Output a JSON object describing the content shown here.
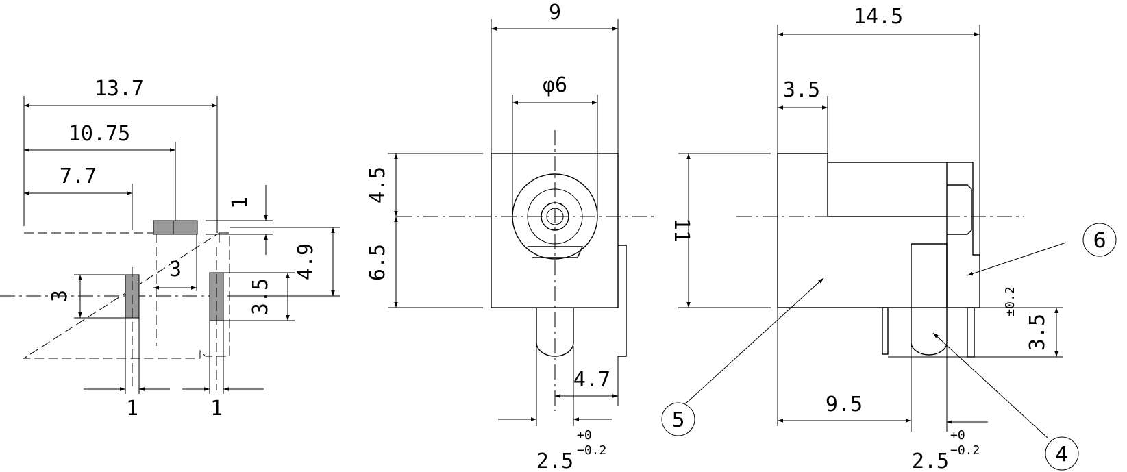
{
  "drawing": {
    "pcb_layout": {
      "dims": {
        "w13_7": "13.7",
        "w10_75": "10.75",
        "w7_7": "7.7",
        "v1": "1",
        "h4_9": "4.9",
        "h3_left": "3",
        "w3_mid": "3",
        "h3_5": "3.5",
        "w1_left": "1",
        "w1_right": "1"
      }
    },
    "front_view": {
      "dims": {
        "w9": "9",
        "phi6": "φ6",
        "h4_5": "4.5",
        "h6_5": "6.5",
        "w4_7": "4.7",
        "w2_5": "2.5",
        "tol_plus": "+0",
        "tol_minus": "−0.2"
      }
    },
    "side_view": {
      "dims": {
        "w14_5": "14.5",
        "w3_5": "3.5",
        "h11": "11",
        "w9_5": "9.5",
        "w2_5": "2.5",
        "tol_plus": "+0",
        "tol_minus": "−0.2",
        "h3_5": "3.5",
        "tol_pm": "±0.2"
      },
      "balloons": {
        "b4": "4",
        "b5": "5",
        "b6": "6"
      }
    }
  }
}
